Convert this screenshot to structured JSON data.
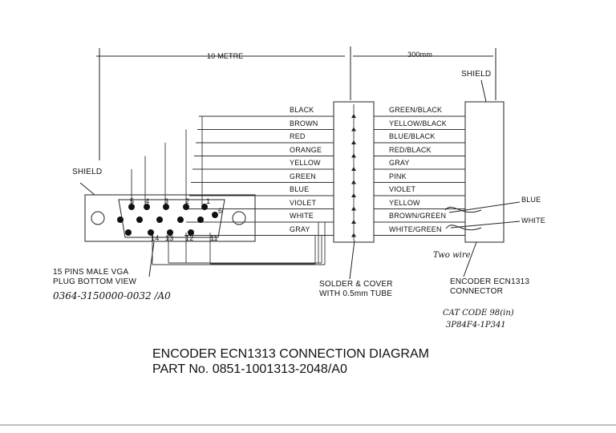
{
  "dimensions": {
    "left": "10 METRE",
    "right": "300mm"
  },
  "shield_labels": {
    "vga": "SHIELD",
    "encoder": "SHIELD"
  },
  "cable_wires": [
    "BLACK",
    "BROWN",
    "RED",
    "ORANGE",
    "YELLOW",
    "GREEN",
    "BLUE",
    "VIOLET",
    "WHITE",
    "GRAY"
  ],
  "encoder_wires": [
    "GREEN/BLACK",
    "YELLOW/BLACK",
    "BLUE/BLACK",
    "RED/BLACK",
    "GRAY",
    "PINK",
    "VIOLET",
    "YELLOW",
    "BROWN/GREEN",
    "WHITE/GREEN"
  ],
  "extra_wires": {
    "blue": "BLUE",
    "white": "WHITE"
  },
  "pin_numbers": {
    "p5": "5",
    "p4": "4",
    "p3": "3",
    "p2": "2",
    "p1": "1",
    "p6": "6",
    "p14": "14",
    "p13": "13",
    "p12": "12",
    "p11": "11"
  },
  "captions": {
    "plug": [
      "15 PINS MALE VGA",
      "PLUG BOTTOM VIEW"
    ],
    "solder": [
      "SOLDER & COVER",
      "WITH 0.5mm TUBE"
    ],
    "encoder": [
      "ENCODER ECN1313",
      "CONNECTOR"
    ]
  },
  "handwritten": {
    "plug_code": "0364-3150000-0032 /A0",
    "two_wire": "Two wire",
    "cat_code": "CAT CODE 98(in)",
    "cat_code2": "3P84F4-1P341"
  },
  "title": {
    "line1": "ENCODER ECN1313 CONNECTION DIAGRAM",
    "line2": "PART No. 0851-1001313-2048/A0"
  }
}
